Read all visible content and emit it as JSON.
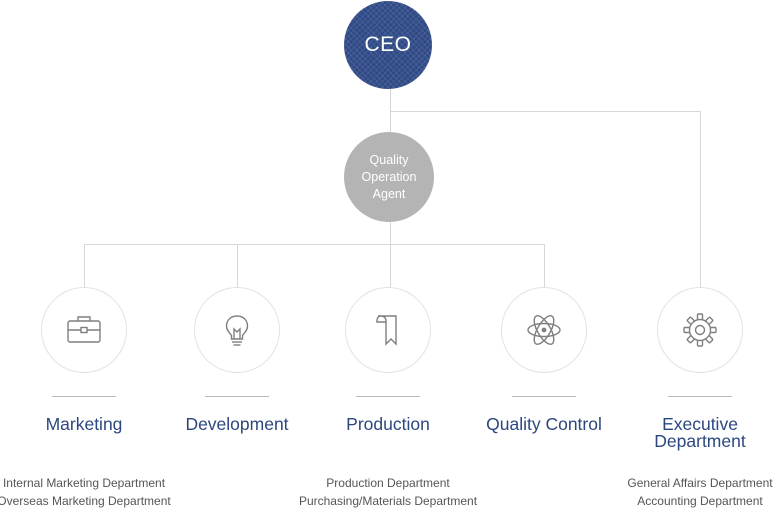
{
  "ceo": {
    "label": "CEO"
  },
  "agent": {
    "lines": [
      "Quality",
      "Operation",
      "Agent"
    ]
  },
  "departments": [
    {
      "name": "Marketing",
      "icon": "briefcase-icon",
      "subs": [
        "Internal Marketing Department",
        "Overseas Marketing Department"
      ]
    },
    {
      "name": "Development",
      "icon": "lightbulb-icon",
      "subs": []
    },
    {
      "name": "Production",
      "icon": "document-icon",
      "subs": [
        "Production Department",
        "Purchasing/Materials Department"
      ]
    },
    {
      "name": "Quality Control",
      "icon": "atom-icon",
      "subs": []
    },
    {
      "name": "Executive Department",
      "icon": "gear-icon",
      "subs": [
        "General Affairs Department",
        "Accounting Department"
      ]
    }
  ],
  "colors": {
    "ceo_circle": "#2f4a86",
    "agent_circle": "#b4b4b4",
    "title_text": "#2c477f",
    "connector": "#d6d6d6",
    "icon_stroke": "#7f7f7f"
  }
}
